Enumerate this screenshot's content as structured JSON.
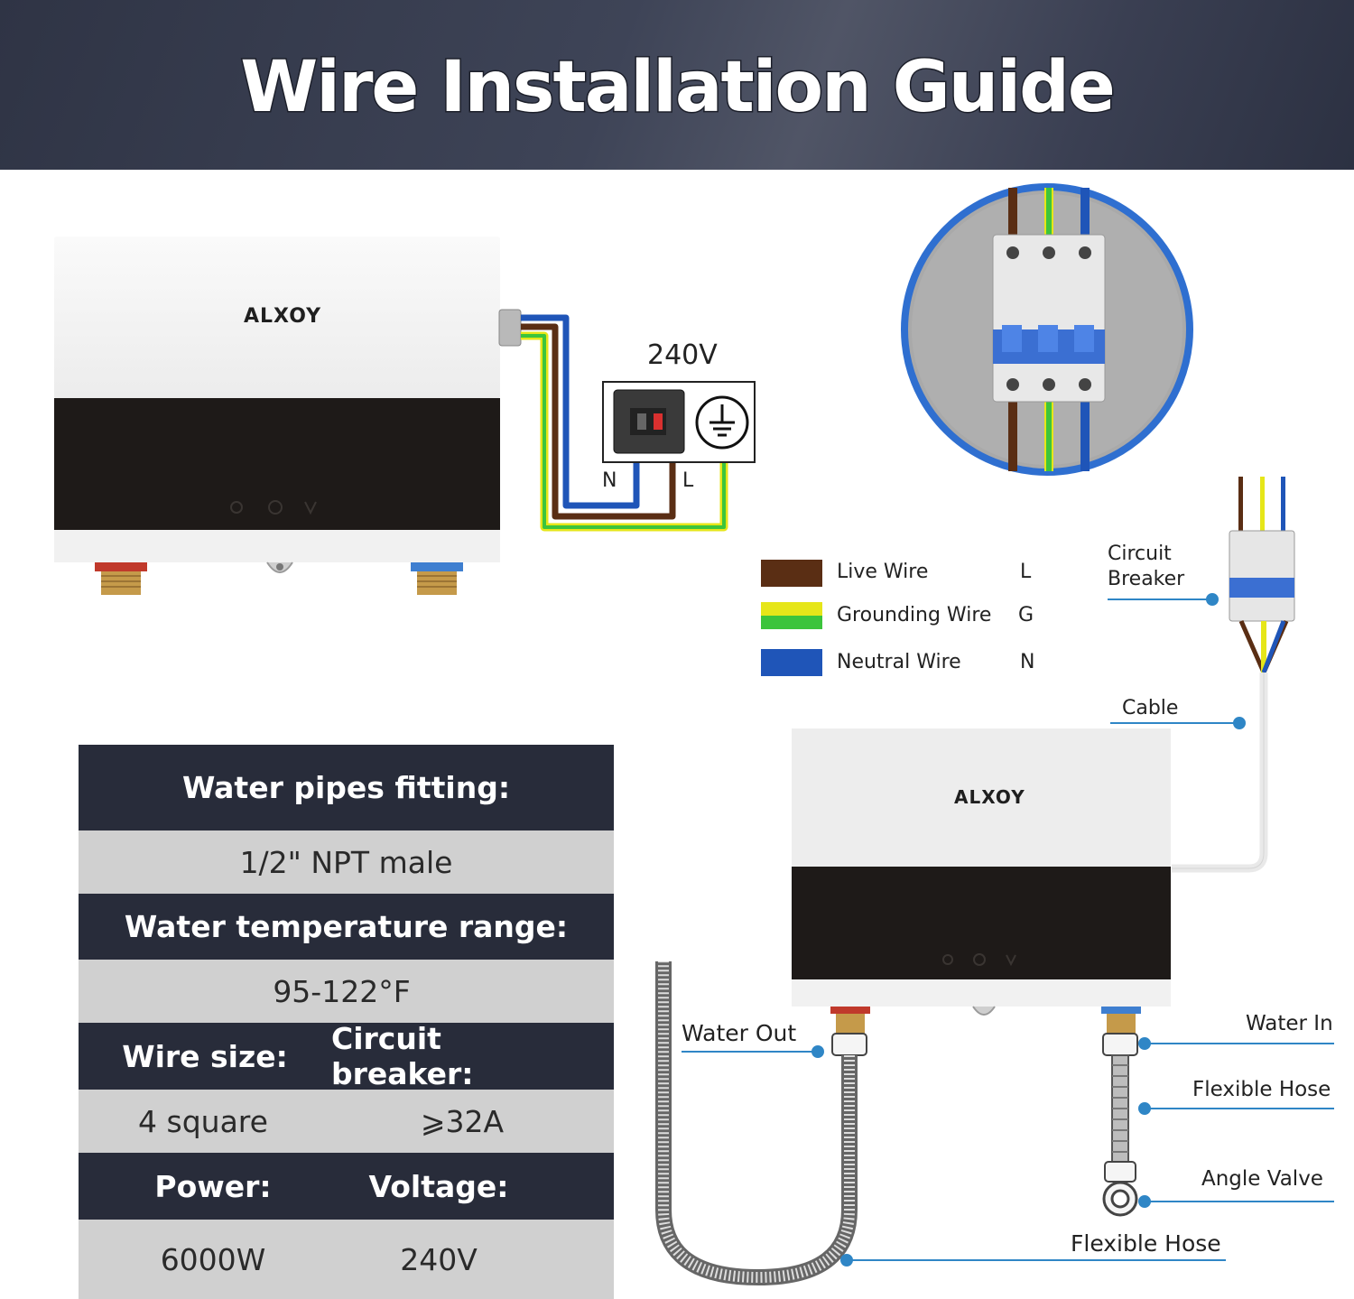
{
  "header": {
    "title": "Wire Installation Guide"
  },
  "heater_top_left": {
    "brand": "ALXOY"
  },
  "heater_bottom_right": {
    "brand": "ALXOY"
  },
  "outlet": {
    "voltage": "240V",
    "neutral_label": "N",
    "live_label": "L"
  },
  "legend": [
    {
      "name": "Live Wire",
      "code": "L",
      "color": "#5a2e14"
    },
    {
      "name": "Grounding Wire",
      "code": "G",
      "color_top": "#e6e619",
      "color_bottom": "#3cc43c"
    },
    {
      "name": "Neutral Wire",
      "code": "N",
      "color": "#1f55b8"
    }
  ],
  "callouts": {
    "circuit_breaker_line1": "Circuit",
    "circuit_breaker_line2": "Breaker",
    "cable": "Cable",
    "water_out": "Water Out",
    "water_in": "Water In",
    "flexible_hose_right": "Flexible Hose",
    "angle_valve": "Angle Valve",
    "flexible_hose_bottom": "Flexible Hose"
  },
  "spec_table": {
    "water_pipes_header": "Water pipes fitting:",
    "water_pipes_value": "1/2\" NPT male",
    "temp_header": "Water temperature range:",
    "temp_value": "95-122°F",
    "wire_size_header": "Wire size:",
    "breaker_header": "Circuit breaker:",
    "wire_size_value": "4 square",
    "breaker_value": "⩾32A",
    "power_header": "Power:",
    "voltage_header": "Voltage:",
    "power_value": "6000W",
    "voltage_value": "240V"
  },
  "colors": {
    "live": "#5a2e14",
    "ground_yellow": "#e6e619",
    "ground_green": "#3cc43c",
    "neutral": "#1f55b8",
    "callout_blue": "#2f86c6",
    "header_dark": "#282c3a"
  }
}
